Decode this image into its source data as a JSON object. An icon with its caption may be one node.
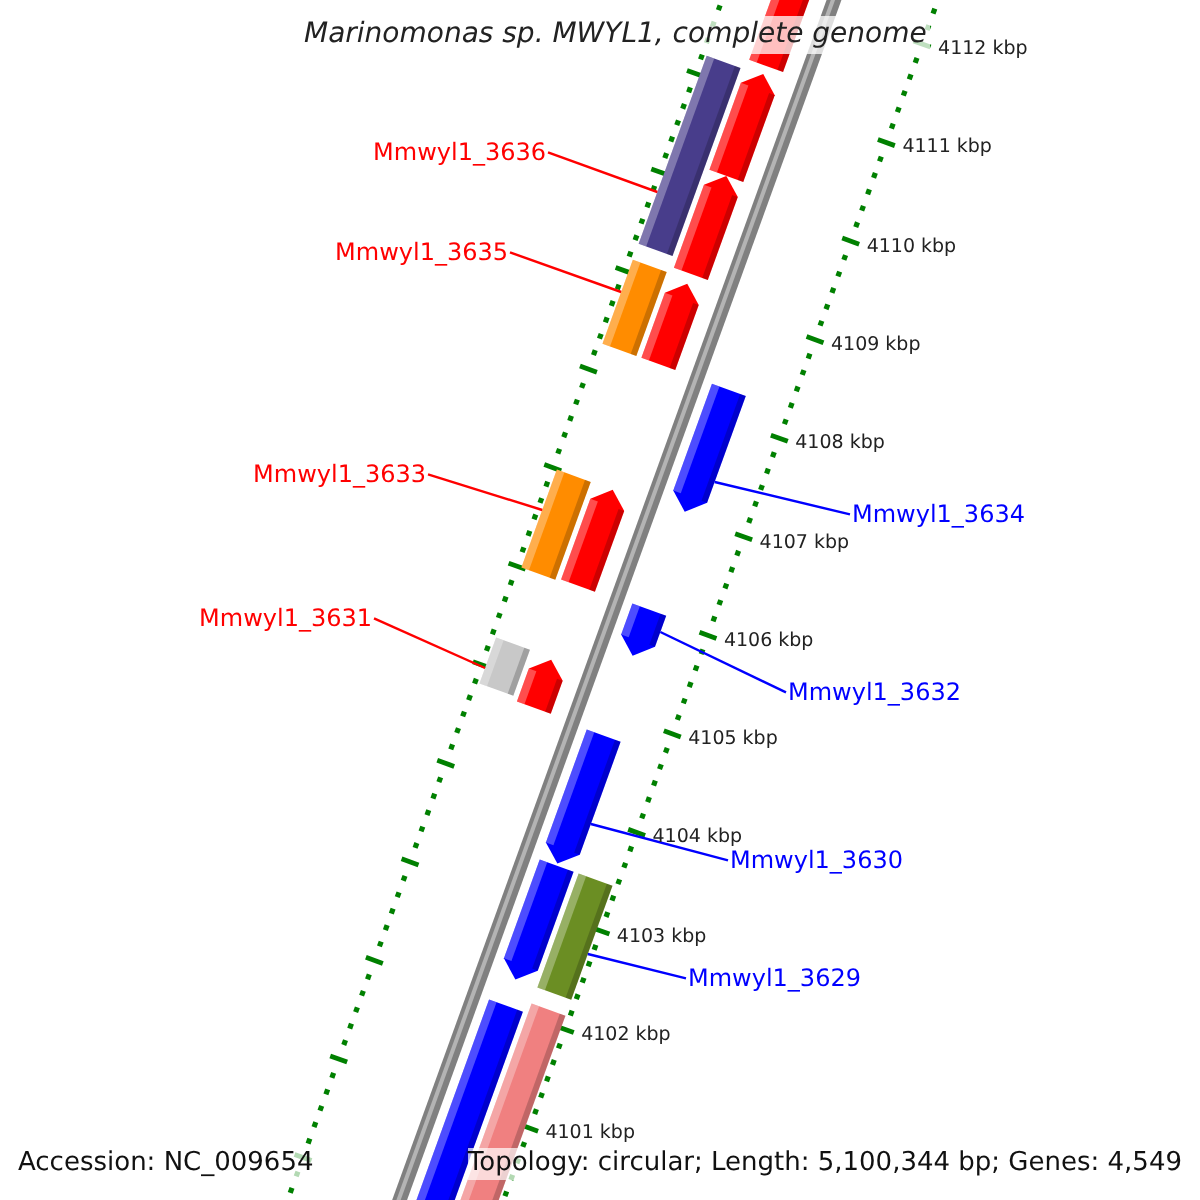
{
  "diagram": {
    "title": "Marinomonas sp. MWYL1, complete genome",
    "nodes": [
      {
        "text": [
          "Mmwyl1_3636"
        ]
      },
      {
        "text": [],
        "shape": "box"
      },
      {
        "text": [
          "Mmwyl1_3635"
        ]
      },
      {
        "text": [],
        "shape": "box"
      },
      {
        "text": [
          "Mmwyl1_3633"
        ]
      },
      {
        "text": [],
        "shape": "box"
      },
      {
        "text": [
          "Mmwyl1_3634"
        ]
      },
      {
        "text": [],
        "shape": "arrow"
      },
      {
        "text": [
          "Mmwyl1_3631"
        ]
      },
      {
        "text": [],
        "shape": "box"
      },
      {
        "text": [
          "Mmwyl1_3632"
        ]
      },
      {
        "text": [],
        "shape": "arrow"
      },
      {
        "text": [
          "Mmwyl1_3630"
        ]
      },
      {
        "text": [],
        "shape": "arrow"
      },
      {
        "text": [
          "Mmwyl1_3629"
        ]
      },
      {
        "text": [],
        "shape": "box"
      }
    ],
    "edges": [
      {
        "from": 0,
        "to": 1,
        "arrow": "none",
        "color": "#ff0000"
      },
      {
        "from": 2,
        "to": 3,
        "arrow": "none",
        "color": "#ff0000"
      },
      {
        "from": 4,
        "to": 5,
        "arrow": "none",
        "color": "#ff0000"
      },
      {
        "from": 6,
        "to": 7,
        "arrow": "none",
        "color": "#0000ff"
      },
      {
        "from": 8,
        "to": 9,
        "arrow": "none",
        "color": "#ff0000"
      },
      {
        "from": 10,
        "to": 11,
        "arrow": "none",
        "color": "#0000ff"
      },
      {
        "from": 12,
        "to": 13,
        "arrow": "none",
        "color": "#0000ff"
      },
      {
        "from": 14,
        "to": 15,
        "arrow": "none",
        "color": "#0000ff"
      }
    ],
    "labels": [
      "4112 kbp",
      "4111 kbp",
      "4110 kbp",
      "4109 kbp",
      "4108 kbp",
      "4107 kbp",
      "4106 kbp",
      "4105 kbp",
      "4104 kbp",
      "4103 kbp",
      "4102 kbp",
      "4101 kbp",
      "Accession: NC_009654",
      "Topology: circular; Length: 5,100,344 bp; Genes: 4,549"
    ]
  }
}
